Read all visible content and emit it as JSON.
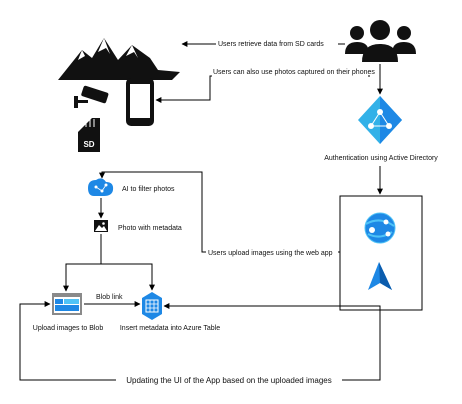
{
  "labels": {
    "retrieve_sd": "Users retrieve data from SD cards",
    "phone_photos": "Users can also use photos captured on their phones",
    "auth": "Authentication using Active Directory",
    "ai_filter": "AI to filter photos",
    "photo_meta": "Photo with metadata",
    "upload_web": "Users upload images using the web app",
    "blob_link": "Blob link",
    "upload_blob": "Upload images to Blob",
    "insert_table": "Insert metadata into Azure Table",
    "update_ui": "Updating the UI of the App based on the uploaded images"
  },
  "sd_card_text": "SD",
  "icons": [
    "mountains-icon",
    "cctv-camera-icon",
    "sd-card-icon",
    "smartphone-icon",
    "users-icon",
    "active-directory-icon",
    "cognitive-services-icon",
    "image-icon",
    "storage-blob-icon",
    "table-storage-icon",
    "web-app-icon",
    "azure-arrow-icon"
  ],
  "colors": {
    "azure_blue": "#1e88e5",
    "azure_light": "#4fc3f7",
    "ad_teal": "#32b1e8",
    "line": "#000000"
  }
}
